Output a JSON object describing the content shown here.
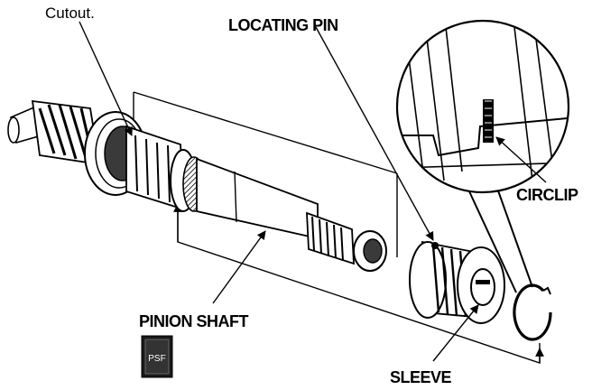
{
  "labels": {
    "cutout": "Cutout.",
    "locating_pin": "LOCATING PIN",
    "circlip": "CIRCLIP",
    "pinion_shaft": "PINION SHAFT",
    "sleeve": "SLEEVE",
    "psf_badge": "PSF"
  },
  "colors": {
    "ink": "#000000",
    "paper": "#ffffff",
    "shade": "#3a3a3a"
  }
}
